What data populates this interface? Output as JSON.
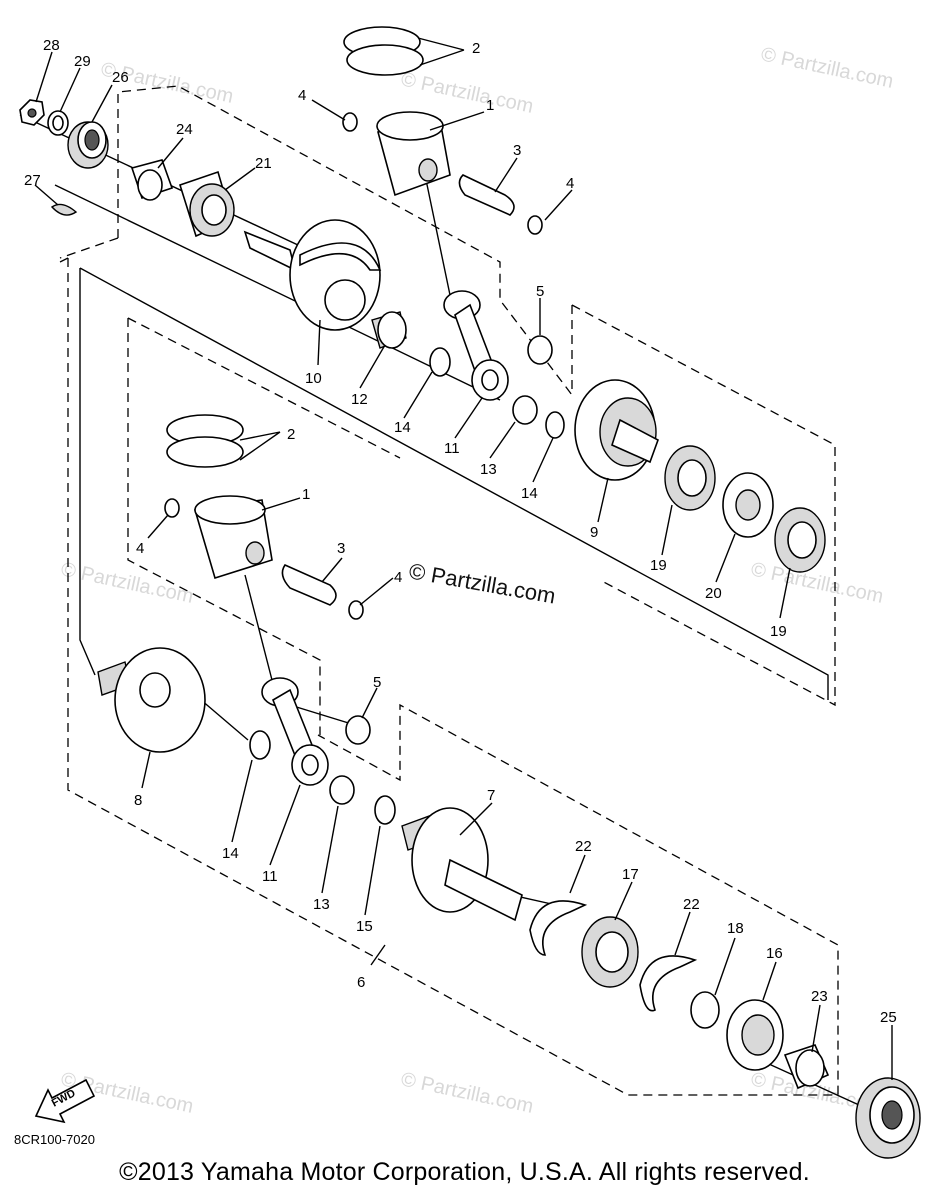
{
  "diagram": {
    "part_code": "8CR100-7020",
    "fwd_label": "FWD",
    "watermark_main": "© Partzilla.com",
    "watermark_faint": "© Partzilla.com",
    "copyright": "©2013 Yamaha Motor Corporation, U.S.A. All rights reserved."
  },
  "callouts": {
    "c28": "28",
    "c29": "29",
    "c26": "26",
    "c24": "24",
    "c21": "21",
    "c27": "27",
    "c2a": "2",
    "c4a": "4",
    "c1a": "1",
    "c3a": "3",
    "c4b": "4",
    "c10": "10",
    "c12": "12",
    "c5a": "5",
    "c14a": "14",
    "c11a": "11",
    "c13a": "13",
    "c14b": "14",
    "c9": "9",
    "c19a": "19",
    "c20": "20",
    "c19b": "19",
    "c2b": "2",
    "c1b": "1",
    "c4c": "4",
    "c3b": "3",
    "c4d": "4",
    "c5b": "5",
    "c8": "8",
    "c14c": "14",
    "c11b": "11",
    "c13b": "13",
    "c15": "15",
    "c7": "7",
    "c6": "6",
    "c22a": "22",
    "c17": "17",
    "c22b": "22",
    "c18": "18",
    "c16": "16",
    "c23": "23",
    "c25": "25"
  }
}
